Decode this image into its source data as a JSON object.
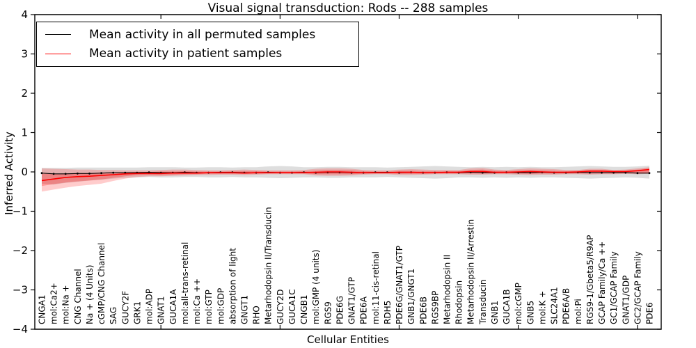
{
  "chart_data": {
    "type": "line",
    "title": "Visual signal transduction: Rods -- 288 samples",
    "xlabel": "Cellular Entities",
    "ylabel": "Inferred Activity",
    "ylim": [
      -4,
      4
    ],
    "yticks": [
      -4,
      -3,
      -2,
      -1,
      0,
      1,
      2,
      3,
      4
    ],
    "ytick_labels": [
      "−4",
      "−3",
      "−2",
      "−1",
      "0",
      "1",
      "2",
      "3",
      "4"
    ],
    "grid": false,
    "legend_position": "upper-left",
    "categories": [
      "CNGA1",
      "mol:Ca2+",
      "mol:Na +",
      "CNG Channel",
      "Na + (4 Units)",
      "cGMP/CNG Channel",
      "SAG",
      "GUCY2F",
      "GRK1",
      "mol:ADP",
      "GNAT1",
      "GUCA1A",
      "mol:all-trans-retinal",
      "mol:Ca ++",
      "mol:GTP",
      "mol:GDP",
      "absorption of light",
      "GNGT1",
      "RHO",
      "Metarhodopsin II/Transducin",
      "GUCY2D",
      "GUCA1C",
      "CNGB1",
      "mol:GMP (4 units)",
      "RGS9",
      "PDE6G",
      "GNAT1/GTP",
      "PDE6A",
      "mol:11-cis-retinal",
      "RDH5",
      "PDE6G/GNAT1/GTP",
      "GNB1/GNGT1",
      "PDE6B",
      "RGS9BP",
      "Metarhodopsin II",
      "Rhodopsin",
      "Metarhodopsin II/Arrestin",
      "Transducin",
      "GNB1",
      "GUCA1B",
      "mol:cGMP",
      "GNB5",
      "mol:K +",
      "SLC24A1",
      "PDE6A/B",
      "mol:Pi",
      "RGS9-1/Gbeta5/R9AP",
      "GCAP Family/Ca ++",
      "GC1/GCAP Family",
      "GNAT1/GDP",
      "GC2/GCAP Family",
      "PDE6"
    ],
    "series": [
      {
        "name": "Mean activity in all permuted samples",
        "color": "#000000",
        "marker": true,
        "values": [
          -0.03,
          -0.05,
          -0.05,
          -0.04,
          -0.04,
          -0.03,
          -0.02,
          -0.02,
          -0.02,
          -0.01,
          -0.02,
          -0.02,
          -0.01,
          -0.02,
          -0.02,
          -0.01,
          -0.01,
          -0.02,
          -0.02,
          -0.01,
          -0.02,
          -0.02,
          -0.01,
          -0.02,
          -0.01,
          -0.01,
          -0.02,
          -0.02,
          -0.01,
          -0.01,
          -0.02,
          -0.01,
          -0.02,
          -0.02,
          -0.01,
          -0.02,
          -0.01,
          -0.02,
          -0.02,
          -0.01,
          -0.02,
          -0.02,
          -0.01,
          -0.02,
          -0.02,
          -0.01,
          -0.02,
          -0.02,
          -0.02,
          -0.02,
          -0.03,
          -0.03
        ]
      },
      {
        "name": "Mean activity in patient samples",
        "color": "#ff0000",
        "marker": false,
        "values": [
          -0.22,
          -0.18,
          -0.14,
          -0.12,
          -0.11,
          -0.09,
          -0.07,
          -0.05,
          -0.04,
          -0.04,
          -0.04,
          -0.03,
          -0.03,
          -0.03,
          -0.02,
          -0.02,
          -0.02,
          -0.03,
          -0.02,
          -0.02,
          -0.02,
          -0.02,
          -0.02,
          -0.01,
          0.0,
          0.0,
          -0.01,
          -0.02,
          -0.02,
          -0.02,
          -0.01,
          -0.01,
          -0.02,
          -0.02,
          -0.01,
          -0.01,
          0.01,
          0.01,
          -0.01,
          -0.01,
          0.0,
          0.01,
          0.0,
          -0.01,
          -0.01,
          0.0,
          0.02,
          0.02,
          0.01,
          0.01,
          0.03,
          0.06
        ]
      }
    ],
    "bands": [
      {
        "name": "permuted-std-band",
        "color": "#888888",
        "opacity": 0.28,
        "upper": [
          0.1,
          0.1,
          0.1,
          0.11,
          0.11,
          0.11,
          0.11,
          0.11,
          0.11,
          0.12,
          0.12,
          0.12,
          0.11,
          0.11,
          0.12,
          0.12,
          0.11,
          0.12,
          0.12,
          0.14,
          0.15,
          0.14,
          0.12,
          0.12,
          0.13,
          0.13,
          0.12,
          0.12,
          0.12,
          0.11,
          0.12,
          0.13,
          0.14,
          0.15,
          0.14,
          0.13,
          0.12,
          0.13,
          0.12,
          0.13,
          0.12,
          0.13,
          0.12,
          0.12,
          0.13,
          0.14,
          0.15,
          0.14,
          0.13,
          0.13,
          0.14,
          0.16
        ],
        "lower": [
          -0.3,
          -0.32,
          -0.28,
          -0.25,
          -0.22,
          -0.2,
          -0.17,
          -0.15,
          -0.14,
          -0.13,
          -0.14,
          -0.14,
          -0.13,
          -0.13,
          -0.14,
          -0.14,
          -0.13,
          -0.14,
          -0.14,
          -0.15,
          -0.16,
          -0.15,
          -0.14,
          -0.14,
          -0.15,
          -0.15,
          -0.14,
          -0.14,
          -0.14,
          -0.13,
          -0.14,
          -0.15,
          -0.16,
          -0.17,
          -0.16,
          -0.14,
          -0.14,
          -0.15,
          -0.14,
          -0.15,
          -0.14,
          -0.15,
          -0.14,
          -0.14,
          -0.15,
          -0.16,
          -0.17,
          -0.16,
          -0.15,
          -0.14,
          -0.15,
          -0.17
        ]
      },
      {
        "name": "patient-std-band-outer",
        "color": "#ff0000",
        "opacity": 0.2,
        "upper": [
          0.09,
          0.08,
          0.07,
          0.06,
          0.06,
          0.05,
          0.05,
          0.04,
          0.04,
          0.04,
          0.05,
          0.06,
          0.06,
          0.05,
          0.04,
          0.04,
          0.05,
          0.06,
          0.05,
          0.04,
          0.04,
          0.04,
          0.05,
          0.08,
          0.09,
          0.09,
          0.08,
          0.05,
          0.04,
          0.04,
          0.06,
          0.07,
          0.06,
          0.05,
          0.05,
          0.05,
          0.09,
          0.1,
          0.06,
          0.05,
          0.07,
          0.09,
          0.08,
          0.07,
          0.05,
          0.05,
          0.08,
          0.08,
          0.05,
          0.06,
          0.09,
          0.12
        ],
        "lower": [
          -0.5,
          -0.45,
          -0.4,
          -0.36,
          -0.33,
          -0.3,
          -0.23,
          -0.17,
          -0.13,
          -0.11,
          -0.11,
          -0.1,
          -0.09,
          -0.08,
          -0.08,
          -0.07,
          -0.07,
          -0.08,
          -0.07,
          -0.06,
          -0.06,
          -0.06,
          -0.06,
          -0.09,
          -0.1,
          -0.1,
          -0.09,
          -0.07,
          -0.06,
          -0.06,
          -0.08,
          -0.08,
          -0.07,
          -0.06,
          -0.06,
          -0.06,
          -0.07,
          -0.07,
          -0.06,
          -0.06,
          -0.07,
          -0.08,
          -0.07,
          -0.07,
          -0.06,
          -0.06,
          -0.07,
          -0.06,
          -0.06,
          -0.05,
          -0.06,
          -0.05
        ]
      },
      {
        "name": "patient-std-band-inner",
        "color": "#ff0000",
        "opacity": 0.25,
        "upper": [
          -0.05,
          -0.05,
          -0.04,
          -0.03,
          -0.03,
          -0.02,
          -0.01,
          -0.01,
          0.0,
          0.0,
          0.01,
          0.01,
          0.02,
          0.01,
          0.01,
          0.01,
          0.02,
          0.02,
          0.02,
          0.01,
          0.01,
          0.01,
          0.02,
          0.03,
          0.05,
          0.05,
          0.04,
          0.02,
          0.01,
          0.01,
          0.03,
          0.03,
          0.02,
          0.02,
          0.02,
          0.02,
          0.05,
          0.06,
          0.03,
          0.02,
          0.04,
          0.05,
          0.04,
          0.03,
          0.02,
          0.03,
          0.05,
          0.05,
          0.03,
          0.03,
          0.06,
          0.09
        ],
        "lower": [
          -0.36,
          -0.31,
          -0.27,
          -0.24,
          -0.22,
          -0.19,
          -0.15,
          -0.11,
          -0.08,
          -0.07,
          -0.08,
          -0.07,
          -0.06,
          -0.06,
          -0.05,
          -0.05,
          -0.05,
          -0.05,
          -0.05,
          -0.04,
          -0.04,
          -0.04,
          -0.04,
          -0.06,
          -0.06,
          -0.06,
          -0.06,
          -0.05,
          -0.04,
          -0.04,
          -0.05,
          -0.05,
          -0.05,
          -0.04,
          -0.04,
          -0.04,
          -0.04,
          -0.04,
          -0.04,
          -0.04,
          -0.04,
          -0.05,
          -0.04,
          -0.04,
          -0.04,
          -0.04,
          -0.04,
          -0.04,
          -0.04,
          -0.03,
          -0.03,
          -0.02
        ]
      }
    ]
  }
}
